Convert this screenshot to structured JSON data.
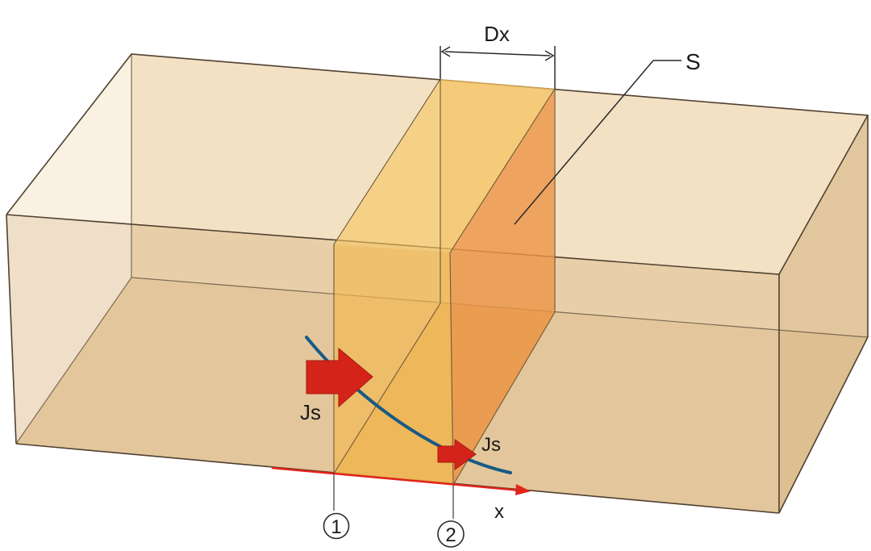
{
  "diagram": {
    "labels": {
      "dx": "Dx",
      "surface": "S",
      "flux_large": "Js",
      "flux_small": "Js",
      "axis": "x",
      "section_1": "①",
      "section_2": "②"
    },
    "colors": {
      "box_face": "#e9cfa4",
      "box_edge": "#5a4a36",
      "slab": "#f3c35c",
      "surface": "#eb9a52",
      "flux_arrow": "#d42419",
      "axis_arrow": "#e2231a",
      "concentration_curve": "#175a84"
    }
  }
}
